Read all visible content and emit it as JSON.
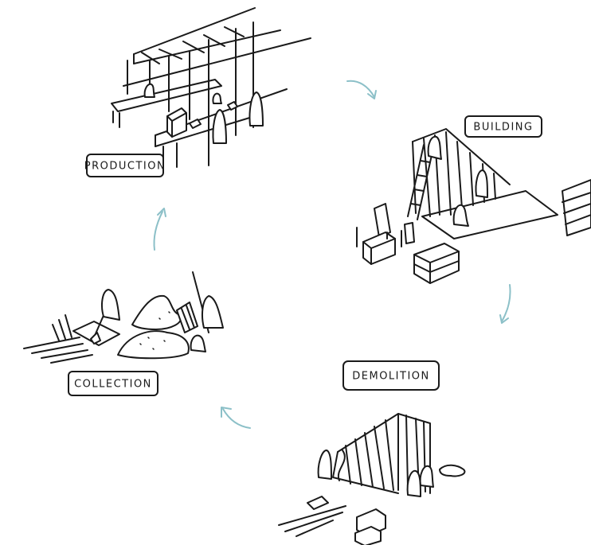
{
  "stages": {
    "production": "PRODUCTION",
    "building": "BUILDING",
    "demolition": "DEMOLITION",
    "collection": "COLLECTION"
  },
  "arrow_color": "#8cc0c8",
  "ink_color": "#1a1a1a"
}
